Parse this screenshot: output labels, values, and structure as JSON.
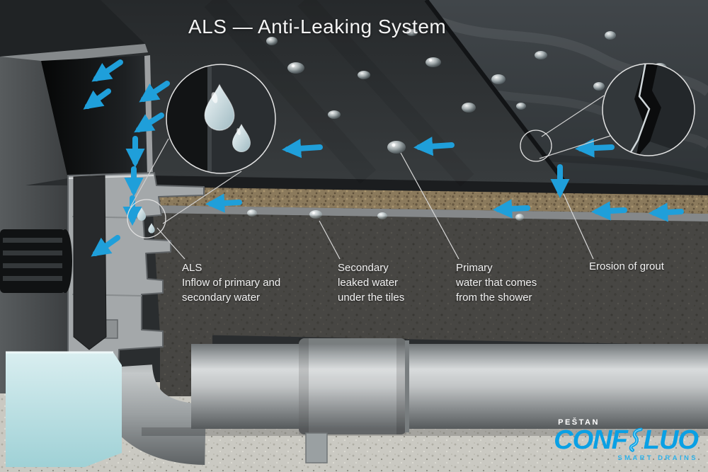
{
  "title": "ALS — Anti-Leaking System",
  "annotations": [
    {
      "lines": [
        "ALS",
        "Inflow of primary and",
        "secondary water"
      ]
    },
    {
      "lines": [
        "Secondary",
        "leaked water",
        "under the tiles"
      ]
    },
    {
      "lines": [
        "Primary",
        "water that comes",
        "from the shower"
      ]
    },
    {
      "lines": [
        "Erosion of grout"
      ]
    }
  ],
  "logo": {
    "maker": "PEŠTAN",
    "name_prefix": "CONF",
    "name_suffix": "LUO",
    "tagline": "SMART DRAINS"
  },
  "icons": {
    "flow_arrow": "flow-arrow-icon",
    "water_drop": "water-drop-icon",
    "crack": "crack-icon"
  },
  "colors": {
    "arrow_blue": "#1f9fda",
    "logo_blue": "#0aa0e4",
    "water": "#b9dde0",
    "label_text": "#f2f2f2"
  }
}
